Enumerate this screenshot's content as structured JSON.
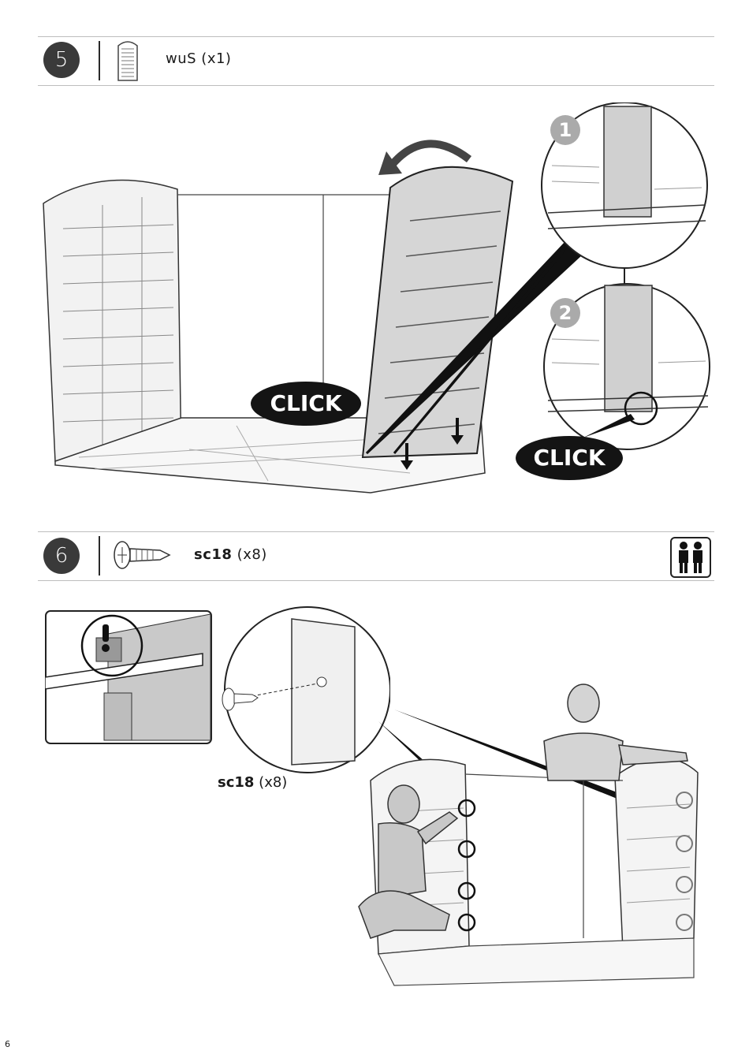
{
  "steps": [
    {
      "number": "5",
      "part_code": "wuS",
      "part_qty": "(x1)",
      "part_icon": "wall-panel-icon"
    },
    {
      "number": "6",
      "part_code": "sc18",
      "part_qty": "(x8)",
      "part_icon": "screw-icon",
      "people_icon": "two-person-icon"
    }
  ],
  "callouts": {
    "click_main": "CLICK",
    "click_detail": "CLICK",
    "detail_1": "1",
    "detail_2": "2"
  },
  "screw_callout": {
    "code": "sc18",
    "qty": "(x8)"
  },
  "page_number": "6"
}
